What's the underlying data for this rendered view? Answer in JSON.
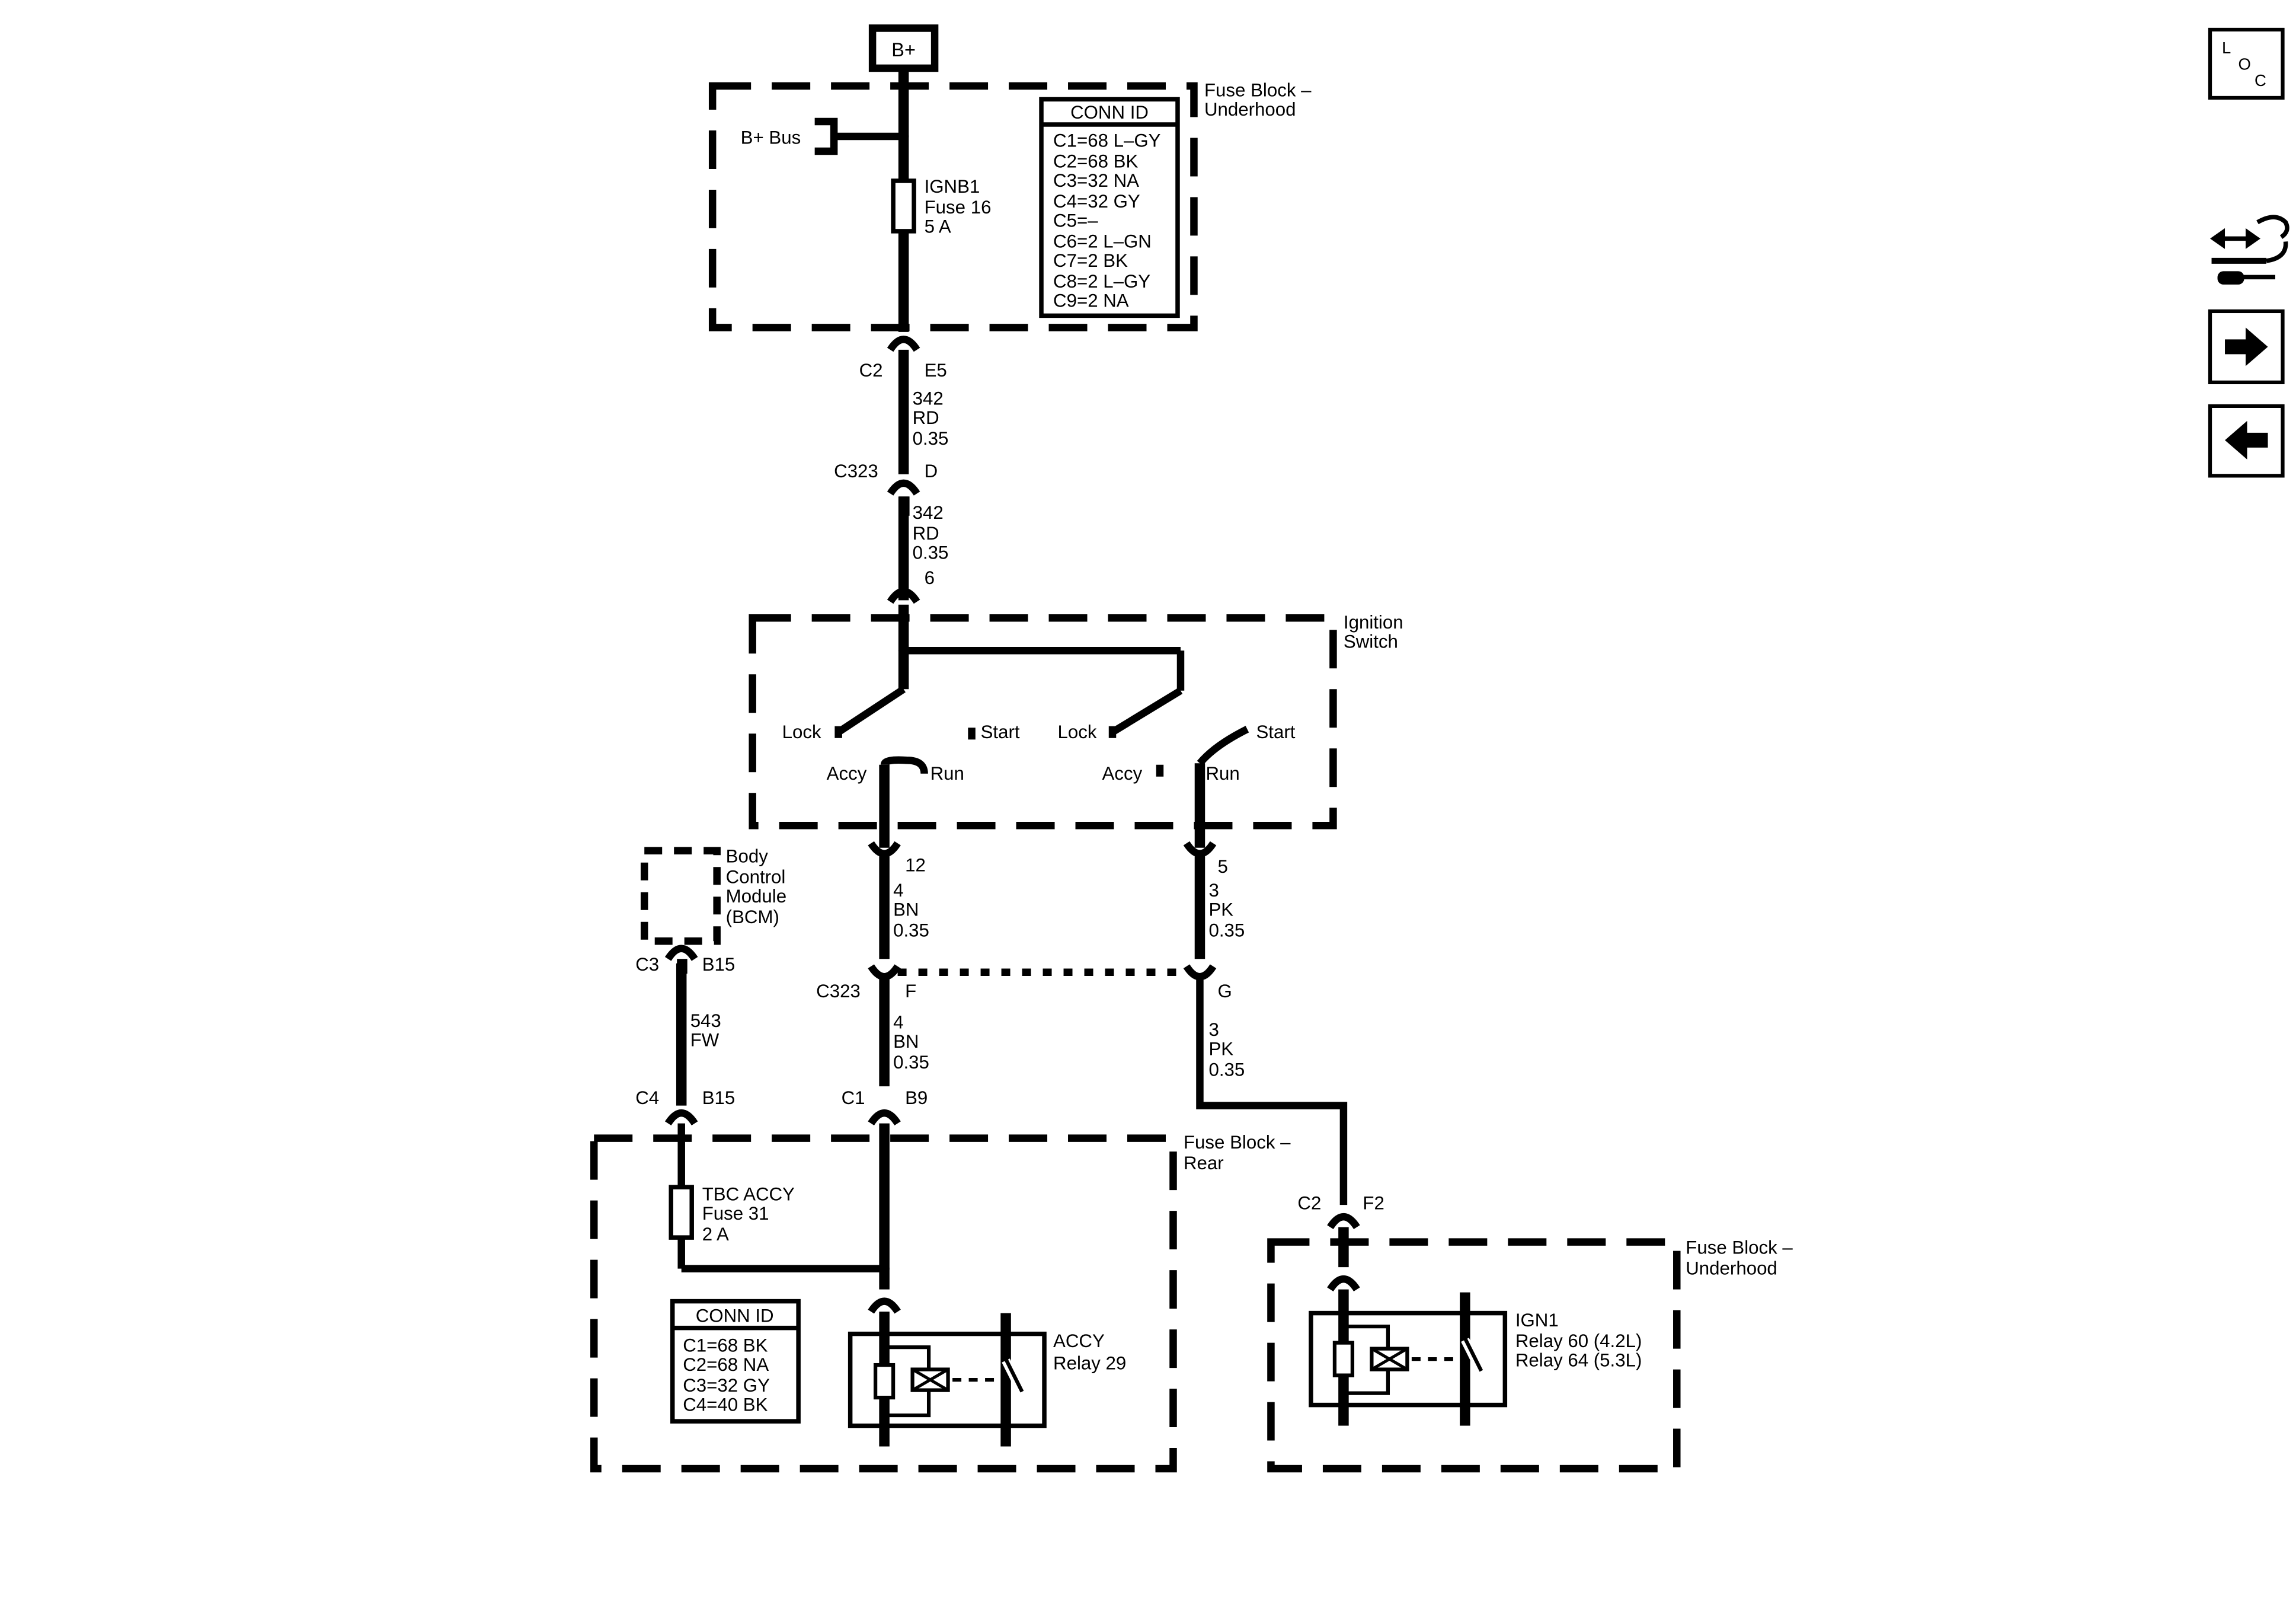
{
  "supply": {
    "label": "B+"
  },
  "fuse_block_underhood_top": {
    "title_line1": "Fuse Block –",
    "title_line2": "Underhood",
    "bus_label": "B+ Bus",
    "fuse": {
      "name": "IGNB1",
      "number": "Fuse 16",
      "rating": "5 A"
    },
    "conn_id": {
      "header": "CONN ID",
      "rows": [
        "C1=68 L–GY",
        "C2=68 BK",
        "C3=32 NA",
        "C4=32 GY",
        "C5=–",
        "C6=2 L–GN",
        "C7=2 BK",
        "C8=2 L–GY",
        "C9=2 NA"
      ]
    }
  },
  "upper_wire": {
    "conn_c2": "C2",
    "pin_e5": "E5",
    "seg1": [
      "342",
      "RD",
      "0.35"
    ],
    "conn_c323": "C323",
    "pin_d": "D",
    "seg2": [
      "342",
      "RD",
      "0.35"
    ],
    "pin_6": "6"
  },
  "ignition_switch": {
    "title_line1": "Ignition",
    "title_line2": "Switch",
    "left": {
      "lock": "Lock",
      "start": "Start",
      "accy": "Accy",
      "run": "Run"
    },
    "right": {
      "lock": "Lock",
      "start": "Start",
      "accy": "Accy",
      "run": "Run"
    }
  },
  "bcm": {
    "line1": "Body",
    "line2": "Control",
    "line3": "Module",
    "line4": "(BCM)"
  },
  "left_circuit": {
    "pin_12": "12",
    "seg1": [
      "4",
      "BN",
      "0.35"
    ],
    "conn_c323": "C323",
    "pin_f": "F",
    "seg2": [
      "4",
      "BN",
      "0.35"
    ],
    "conn_c1": "C1",
    "pin_b9": "B9"
  },
  "right_circuit": {
    "pin_5": "5",
    "seg1": [
      "3",
      "PK",
      "0.35"
    ],
    "pin_g": "G",
    "seg2": [
      "3",
      "PK",
      "0.35"
    ],
    "conn_c2": "C2",
    "pin_f2": "F2"
  },
  "bcm_circuit": {
    "conn_c3": "C3",
    "pin_b15_top": "B15",
    "wire": [
      "543",
      "FW"
    ],
    "conn_c4": "C4",
    "pin_b15_bottom": "B15"
  },
  "fuse_block_rear": {
    "title_line1": "Fuse Block –",
    "title_line2": "Rear",
    "fuse": {
      "name": "TBC ACCY",
      "number": "Fuse 31",
      "rating": "2 A"
    },
    "relay": {
      "name": "ACCY",
      "number": "Relay 29"
    },
    "conn_id": {
      "header": "CONN ID",
      "rows": [
        "C1=68 BK",
        "C2=68 NA",
        "C3=32 GY",
        "C4=40 BK"
      ]
    }
  },
  "fuse_block_underhood_bottom": {
    "title_line1": "Fuse Block –",
    "title_line2": "Underhood",
    "relay": {
      "name": "IGN1",
      "line2": "Relay 60 (4.2L)",
      "line3": "Relay 64 (5.3L)"
    }
  },
  "nav": {
    "loc": {
      "l": "L",
      "o": "O",
      "c": "C",
      "icon": "location-icon"
    },
    "component": {
      "icon": "component-connector-icon"
    },
    "next": {
      "icon": "arrow-right-icon"
    },
    "prev": {
      "icon": "arrow-left-icon"
    }
  }
}
